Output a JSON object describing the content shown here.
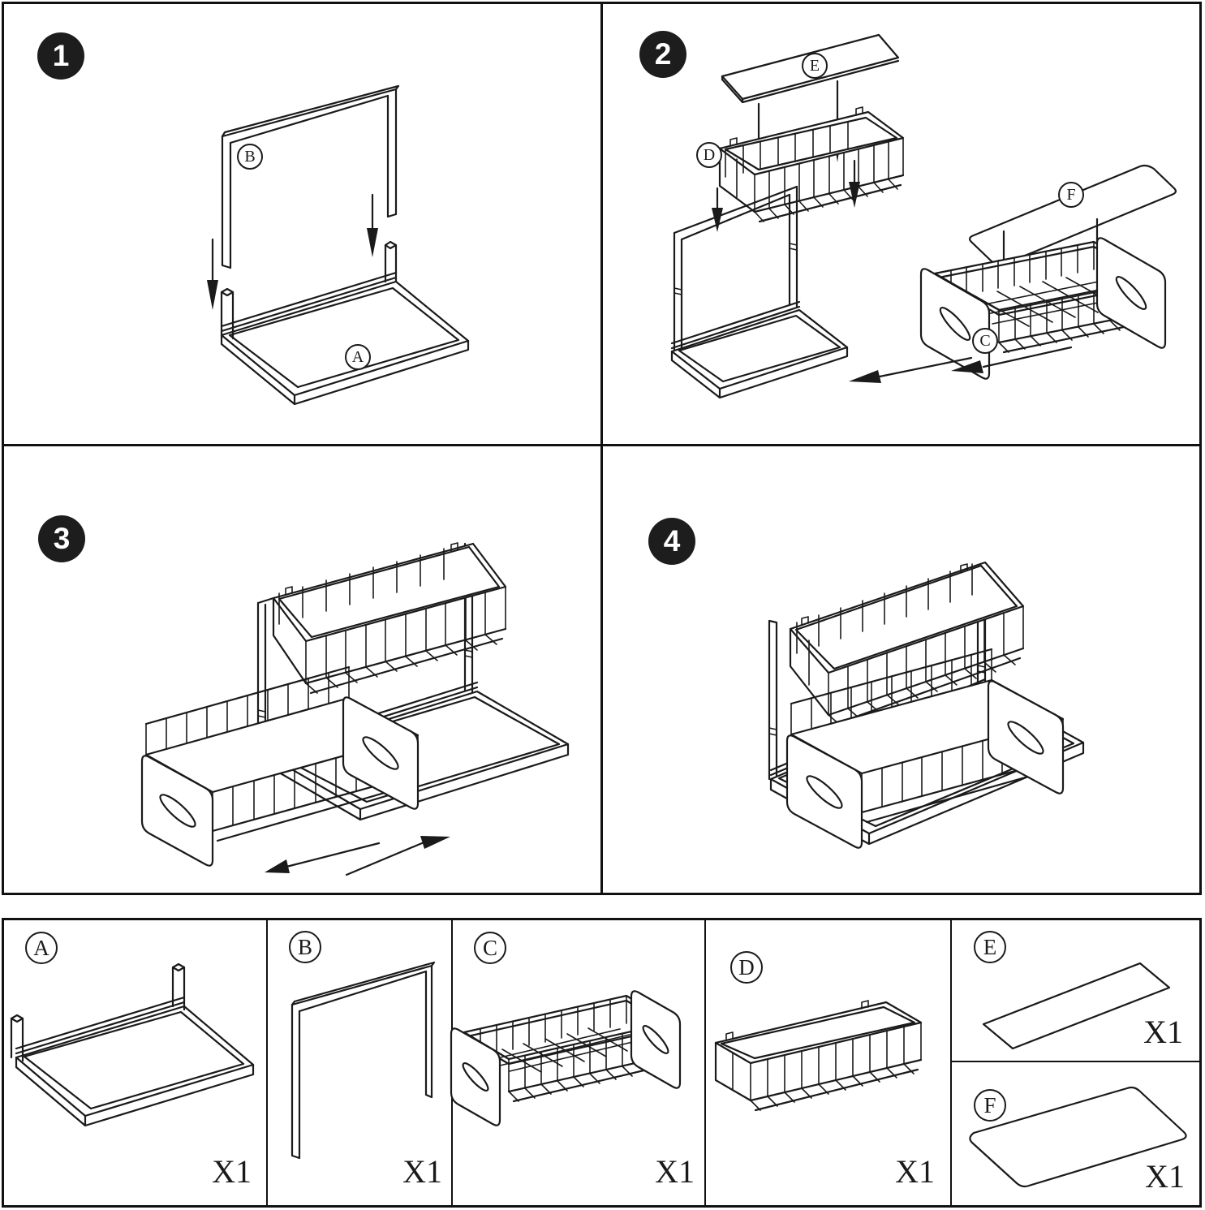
{
  "steps": [
    {
      "num": "1"
    },
    {
      "num": "2"
    },
    {
      "num": "3"
    },
    {
      "num": "4"
    }
  ],
  "step1_labels": {
    "frame": "B",
    "base": "A"
  },
  "step2_labels": {
    "liner_top": "E",
    "basket_top": "D",
    "liner_bottom": "F",
    "basket_bottom": "C"
  },
  "parts": [
    {
      "letter": "A",
      "qty": "X1"
    },
    {
      "letter": "B",
      "qty": "X1"
    },
    {
      "letter": "C",
      "qty": "X1"
    },
    {
      "letter": "D",
      "qty": "X1"
    },
    {
      "letter": "E",
      "qty": "X1"
    },
    {
      "letter": "F",
      "qty": "X1"
    }
  ],
  "colors": {
    "line": "#1a1a1a",
    "badge_bg": "#1d1d1d",
    "badge_text": "#ffffff",
    "background": "#ffffff"
  }
}
